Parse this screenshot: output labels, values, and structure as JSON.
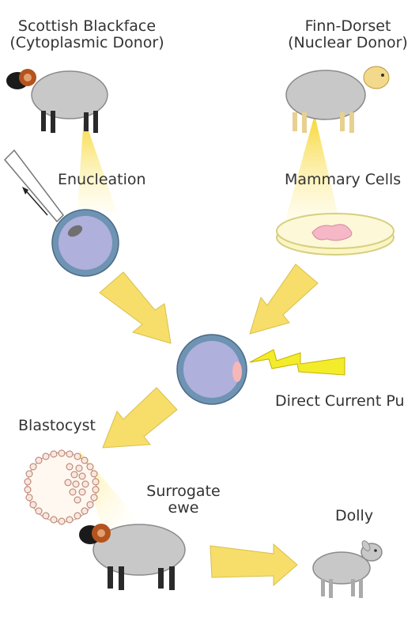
{
  "labels": {
    "donor_cyto_line1": "Scottish Blackface",
    "donor_cyto_line2": "(Cytoplasmic Donor)",
    "donor_nuclear_line1": "Finn-Dorset",
    "donor_nuclear_line2": "(Nuclear Donor)",
    "enucleation": "Enucleation",
    "mammary_cells": "Mammary Cells",
    "direct_current": "Direct Current Pu",
    "blastocyst": "Blastocyst",
    "surrogate_line1": "Surrogate",
    "surrogate_line2": "ewe",
    "dolly": "Dolly"
  },
  "colors": {
    "sheep_body": "#c8c8c8",
    "blackface_head": "#1a1a1a",
    "horn": "#b5531e",
    "finn_head": "#f2d98b",
    "arrow_fill": "#f7de6a",
    "cell_cytoplasm": "#b0b0dc",
    "cell_membrane": "#6e93b3",
    "nucleus": "#f6b7b7",
    "tissue_sample": "#f6b7c7",
    "dish": "#fbf5c5",
    "lightning": "#f3ec2a"
  },
  "icons": [
    "scottish-blackface-sheep-icon",
    "finn-dorset-sheep-icon",
    "micropipette-icon",
    "egg-cell-icon",
    "petri-dish-icon",
    "fused-cell-icon",
    "lightning-bolt-icon",
    "blastocyst-icon",
    "surrogate-ewe-icon",
    "dolly-lamb-icon"
  ]
}
